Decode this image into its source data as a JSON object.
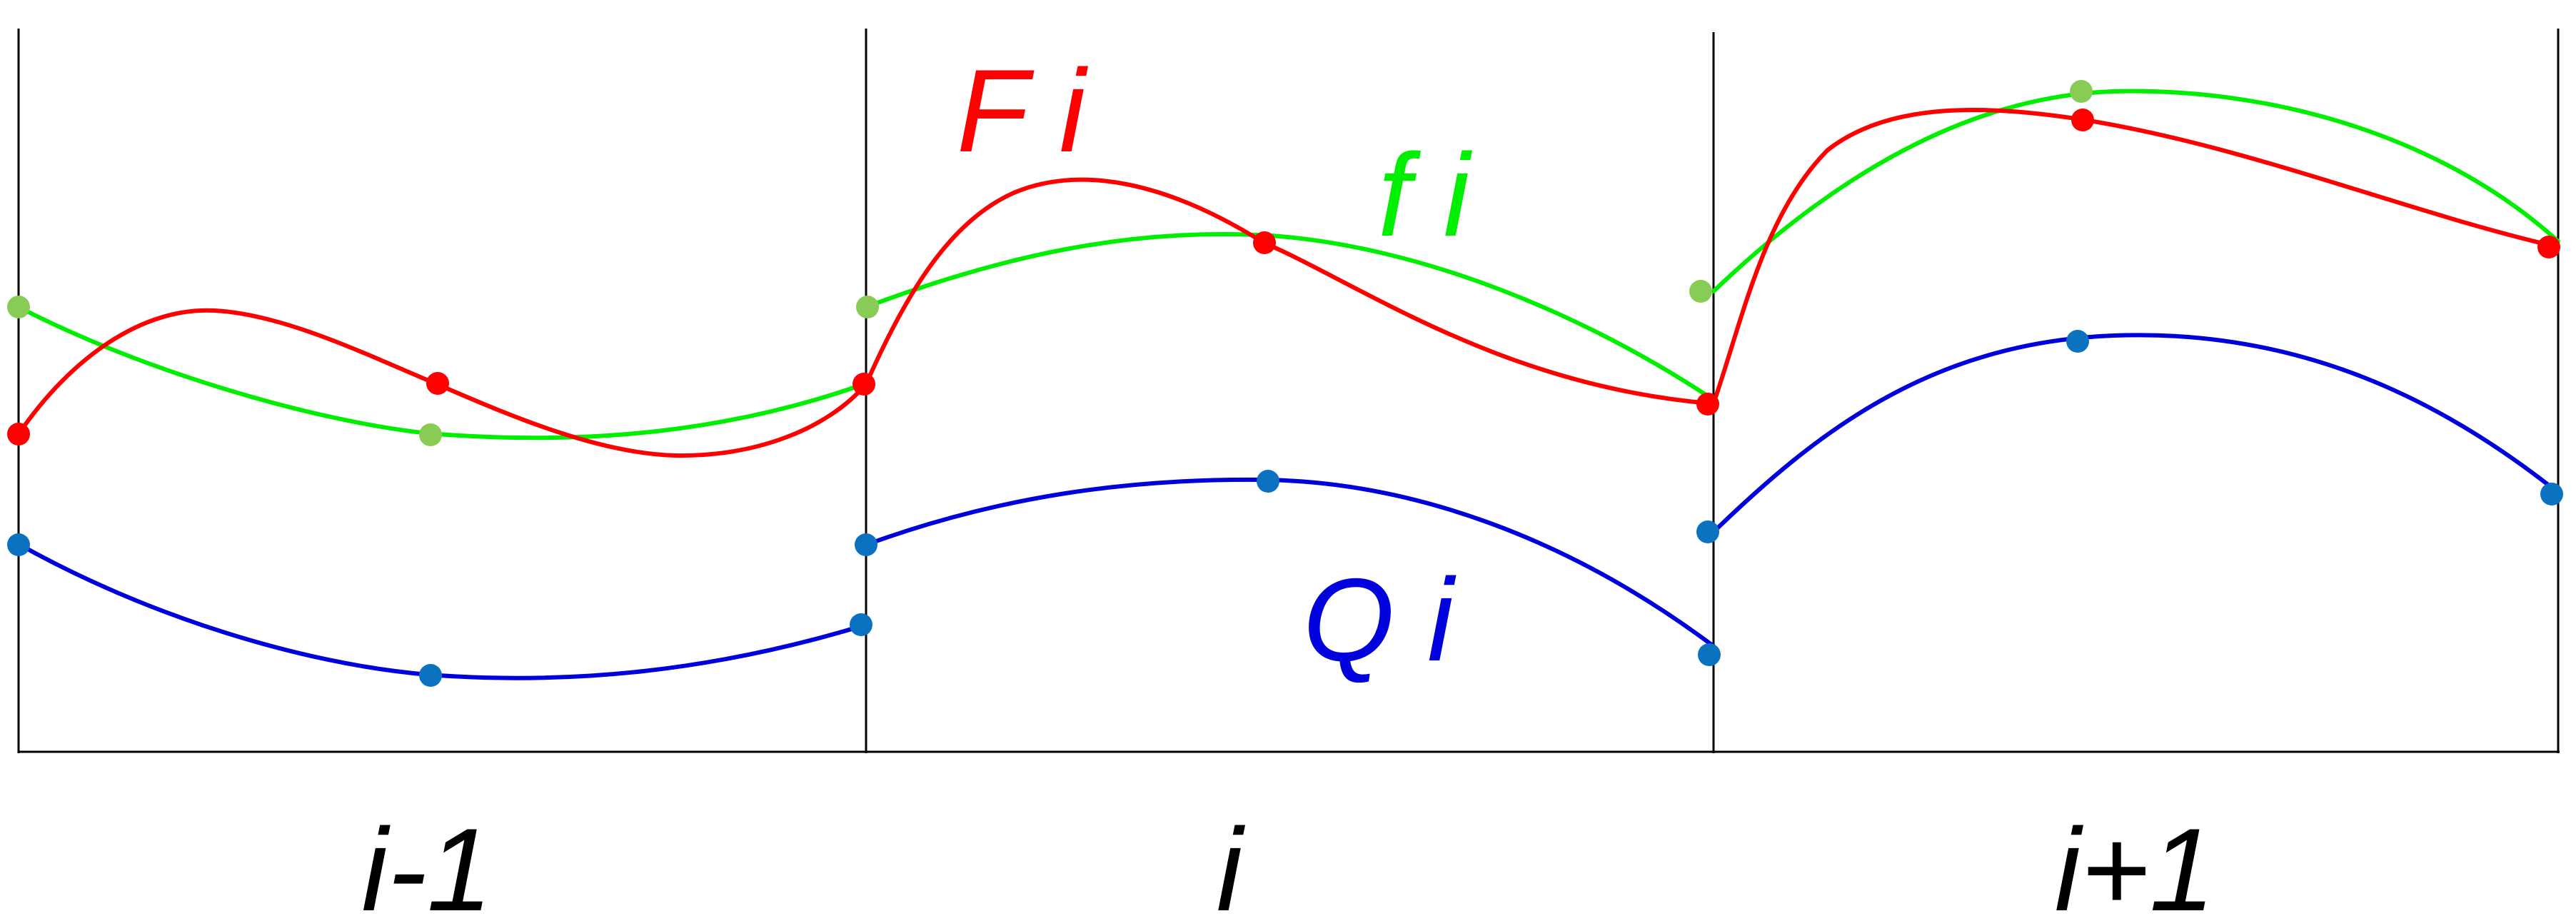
{
  "labels": {
    "F": "F i",
    "f": "f i",
    "Q": "Q i",
    "cell_left": "i-1",
    "cell_mid": "i",
    "cell_right": "i+1"
  },
  "colors": {
    "F": "#ff0000",
    "f": "#00ee00",
    "Q": "#0000dd",
    "f_point": "#88cc55",
    "Q_point": "#0b72c0",
    "axis": "#000000"
  }
}
